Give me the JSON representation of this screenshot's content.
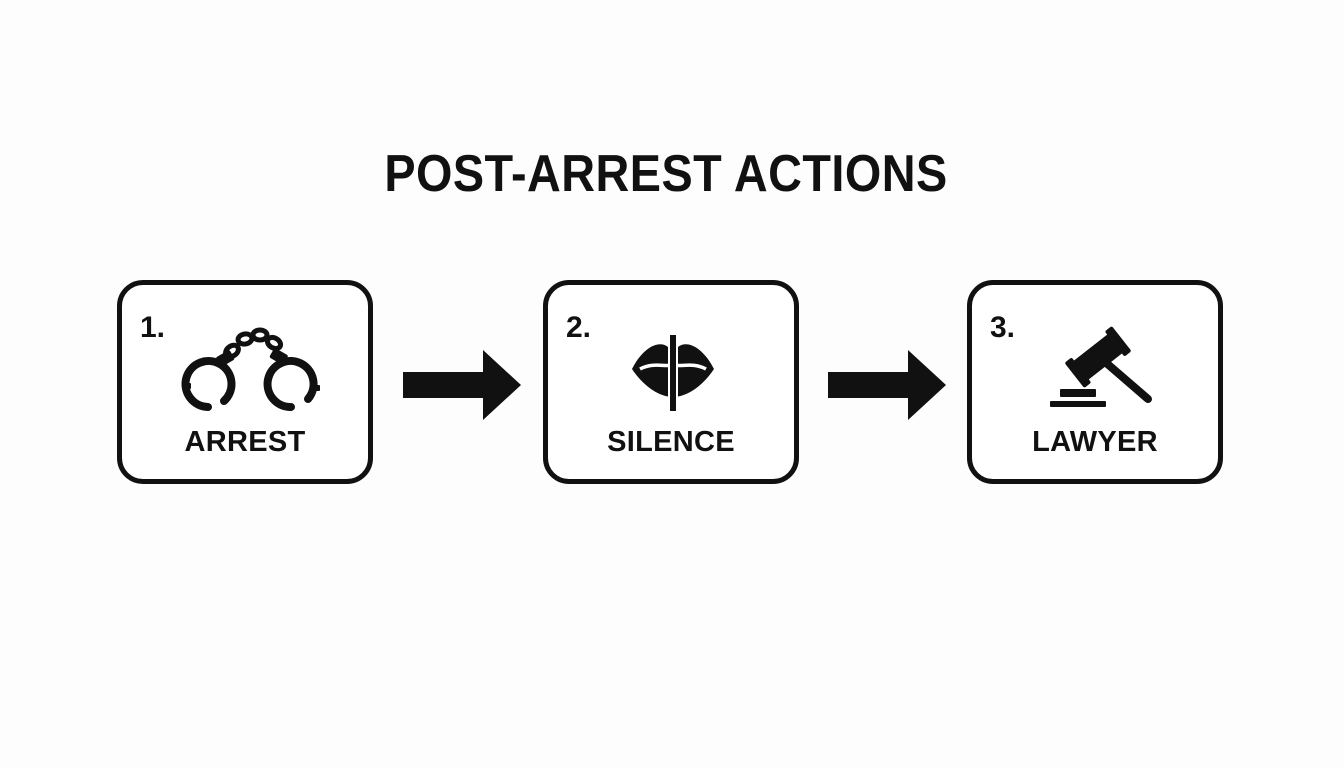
{
  "title": "POST-ARREST ACTIONS",
  "steps": [
    {
      "number": "1.",
      "label": "ARREST",
      "icon": "handcuffs-icon"
    },
    {
      "number": "2.",
      "label": "SILENCE",
      "icon": "sealed-lips-icon"
    },
    {
      "number": "3.",
      "label": "LAWYER",
      "icon": "gavel-icon"
    }
  ],
  "colors": {
    "ink": "#111111",
    "background": "#fdfdfd",
    "box_fill": "#ffffff"
  }
}
